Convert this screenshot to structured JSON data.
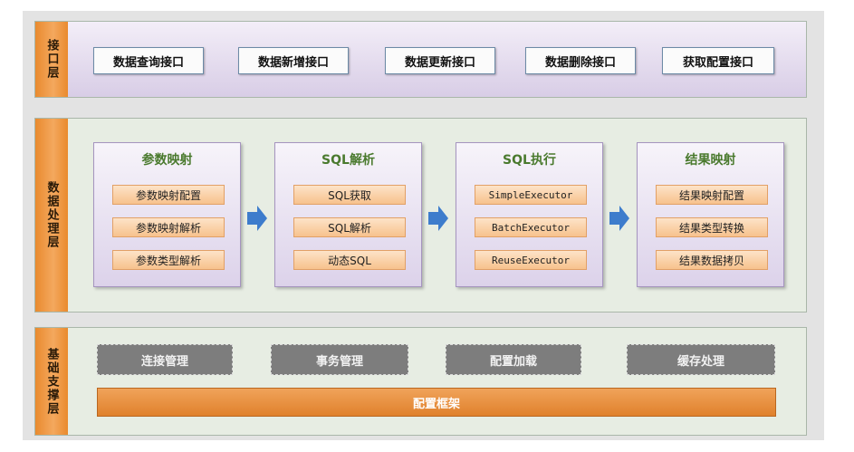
{
  "layers": {
    "interface": {
      "label": "接口层",
      "items": [
        "数据查询接口",
        "数据新增接口",
        "数据更新接口",
        "数据删除接口",
        "获取配置接口"
      ]
    },
    "processing": {
      "label": "数据处理层",
      "modules": [
        {
          "title": "参数映射",
          "items": [
            "参数映射配置",
            "参数映射解析",
            "参数类型解析"
          ]
        },
        {
          "title": "SQL解析",
          "items": [
            "SQL获取",
            "SQL解析",
            "动态SQL"
          ]
        },
        {
          "title": "SQL执行",
          "items": [
            "SimpleExecutor",
            "BatchExecutor",
            "ReuseExecutor"
          ]
        },
        {
          "title": "结果映射",
          "items": [
            "结果映射配置",
            "结果类型转换",
            "结果数据拷贝"
          ]
        }
      ]
    },
    "foundation": {
      "label": "基础支撑层",
      "items": [
        "连接管理",
        "事务管理",
        "配置加载",
        "缓存处理"
      ],
      "framework": "配置框架"
    }
  },
  "colors": {
    "label_orange": "#e98a2e",
    "module_title_green": "#4a7a2e",
    "arrow_blue": "#3d7ccc",
    "foundation_gray": "#7d7d7d"
  }
}
